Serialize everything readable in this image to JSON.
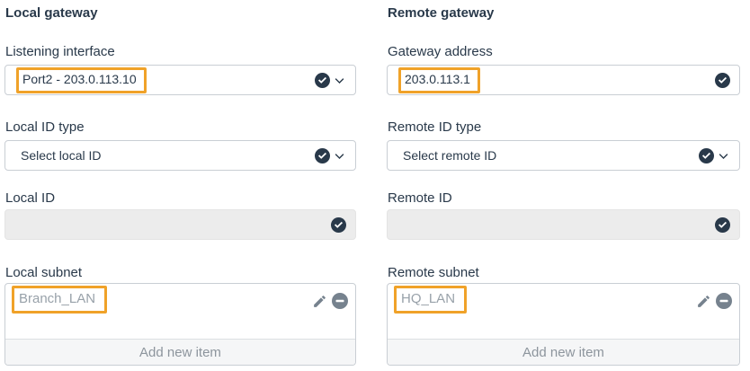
{
  "colors": {
    "text_navy": "#29394a",
    "annotation_highlight": "#f0a229",
    "field_border": "#c9ced4",
    "disabled_field_bg": "#ececec",
    "muted_item_text": "#98a1a9",
    "action_icon_gray": "#76828e",
    "footer_bg": "#f5f6f7"
  },
  "icons": {
    "valid": "check-circle",
    "expand": "chevron-down",
    "edit": "pencil",
    "remove": "minus-circle"
  },
  "left": {
    "heading": "Local gateway",
    "listening_interface": {
      "label": "Listening interface",
      "value": "Port2 - 203.0.113.10"
    },
    "id_type": {
      "label": "Local ID type",
      "value": "Select local ID"
    },
    "id": {
      "label": "Local ID",
      "value": ""
    },
    "subnet": {
      "label": "Local subnet",
      "item": "Branch_LAN",
      "add_label": "Add new item"
    }
  },
  "right": {
    "heading": "Remote gateway",
    "gateway_address": {
      "label": "Gateway address",
      "value": "203.0.113.1"
    },
    "id_type": {
      "label": "Remote ID type",
      "value": "Select remote ID"
    },
    "id": {
      "label": "Remote ID",
      "value": ""
    },
    "subnet": {
      "label": "Remote subnet",
      "item": "HQ_LAN",
      "add_label": "Add new item"
    }
  }
}
